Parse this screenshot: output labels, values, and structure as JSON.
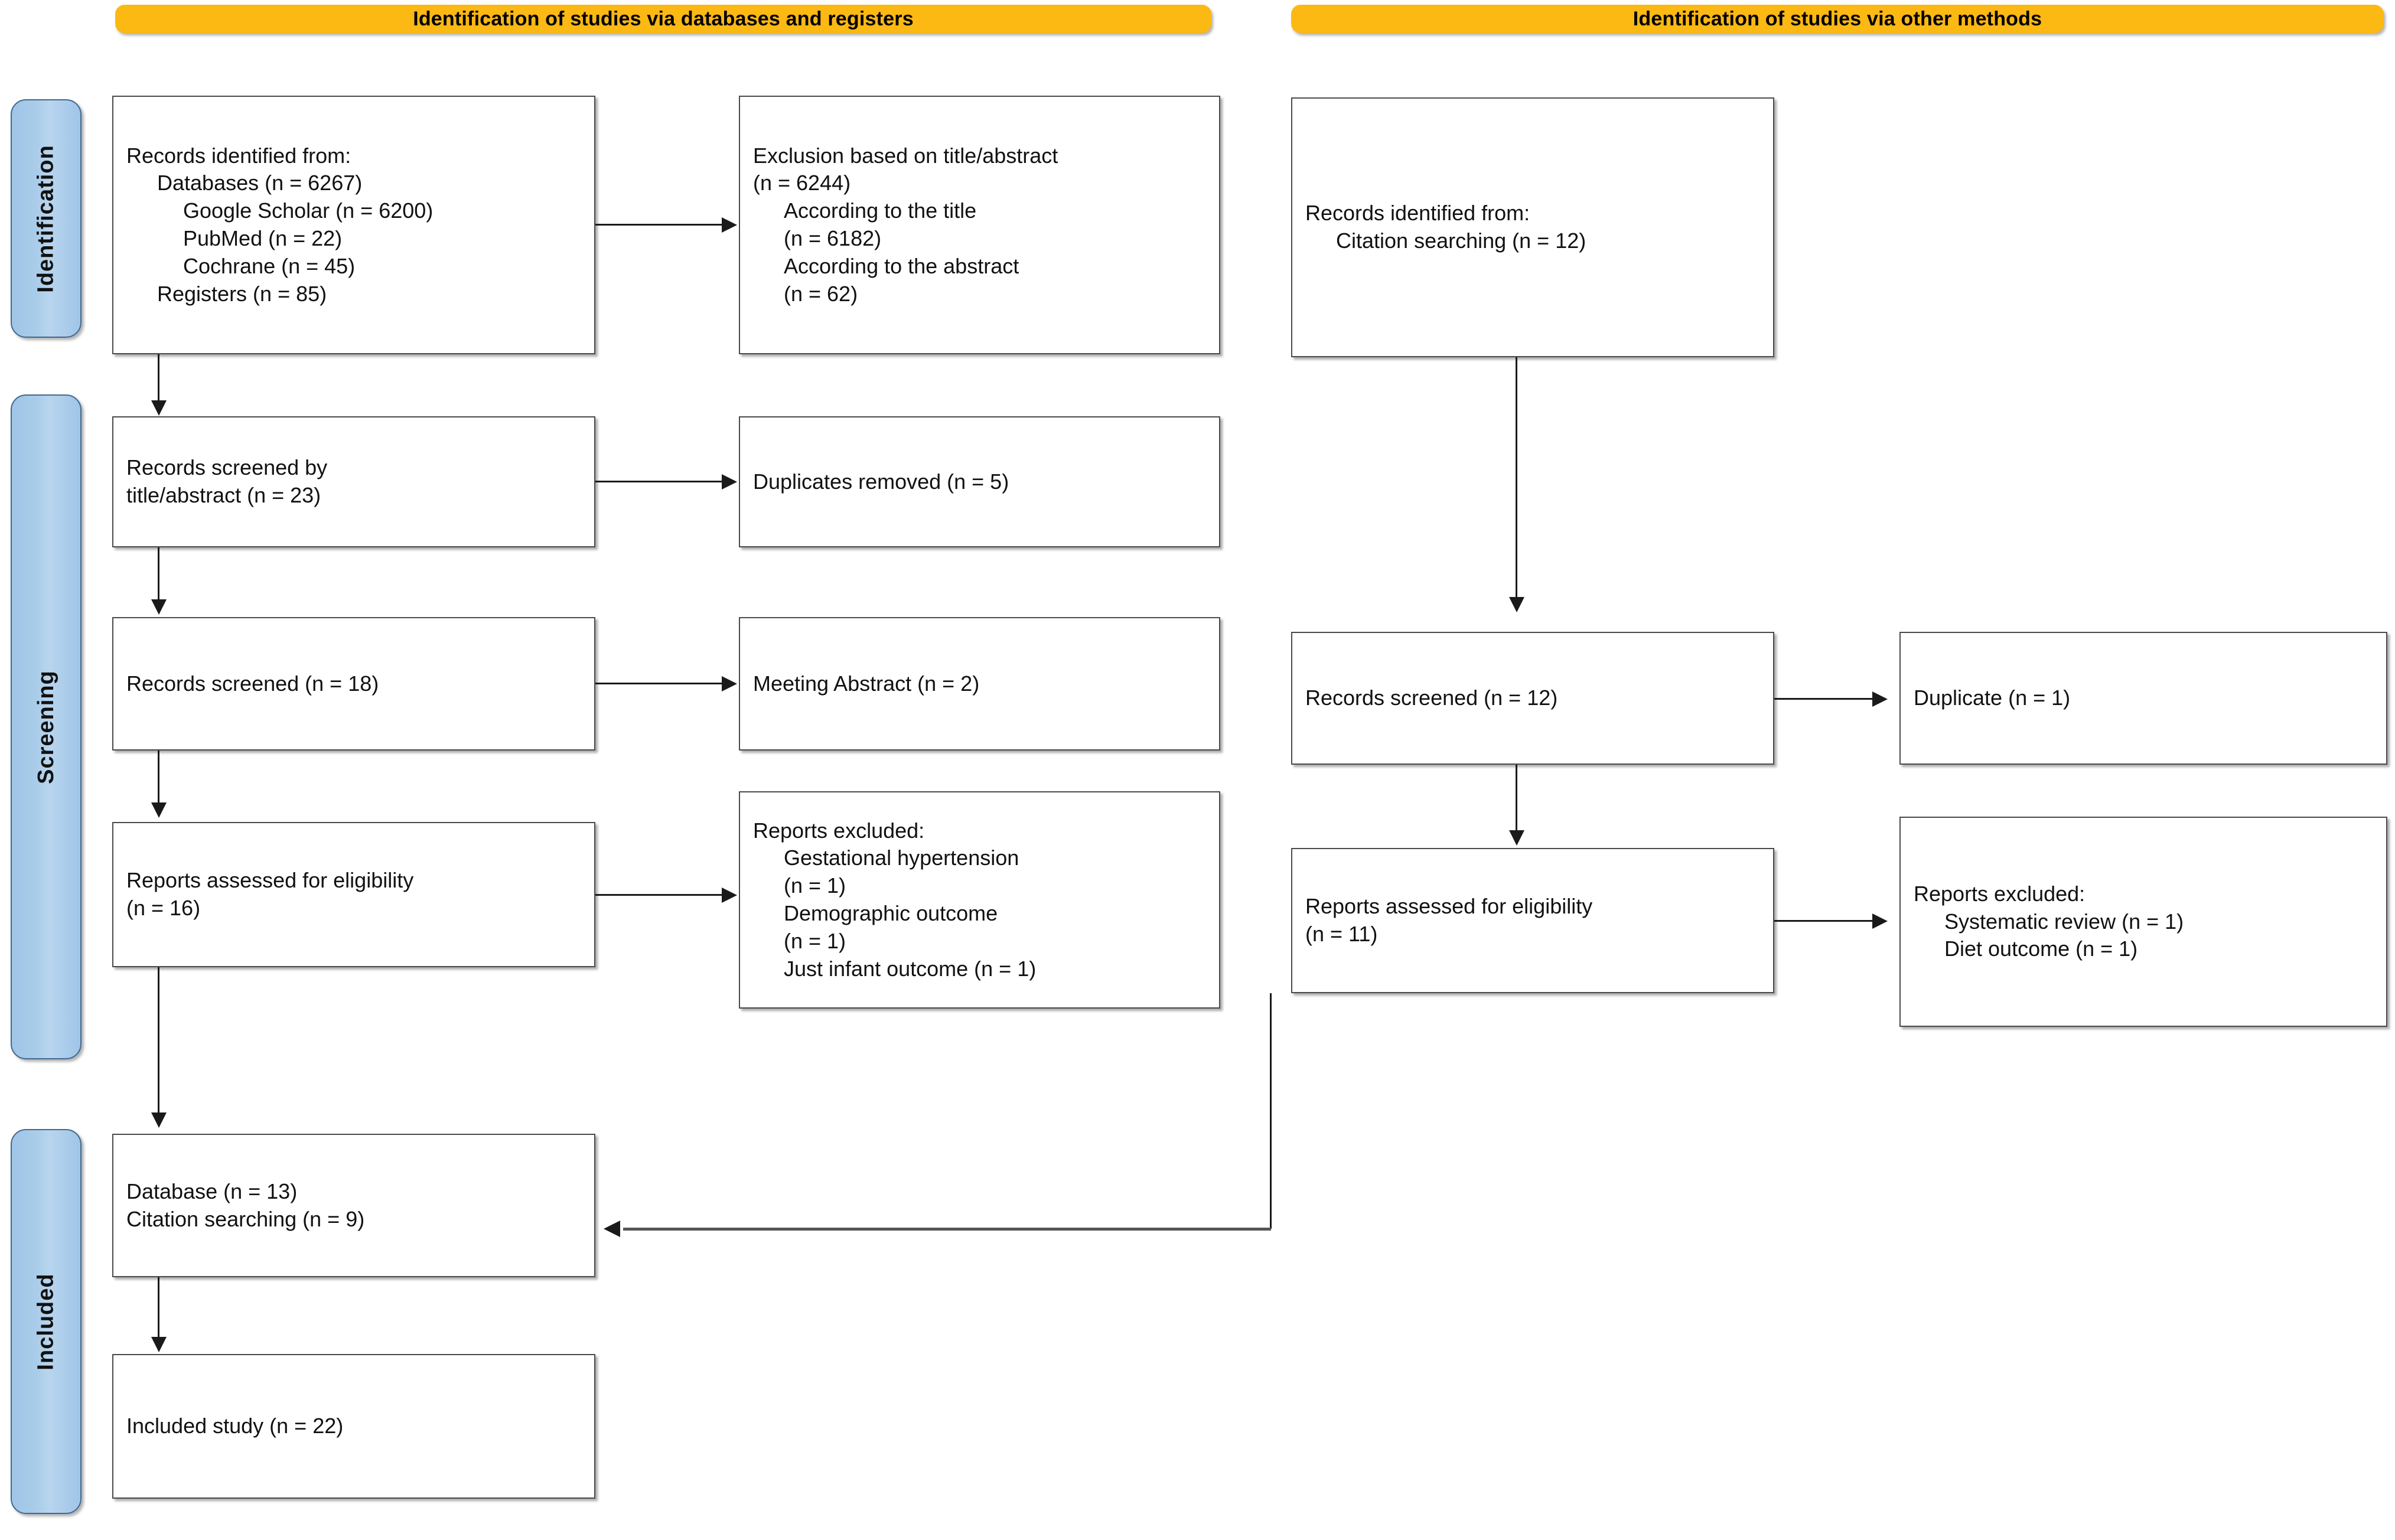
{
  "diagram": {
    "type": "prisma-flow-diagram",
    "title_bars": [
      {
        "id": "databases-registers",
        "label": "Identification of studies via databases and registers"
      },
      {
        "id": "other-methods",
        "label": "Identification of studies via other methods"
      }
    ],
    "phase_rails": [
      {
        "id": "identification",
        "label": "Identification"
      },
      {
        "id": "screening",
        "label": "Screening"
      },
      {
        "id": "included",
        "label": "Included"
      }
    ],
    "colors": {
      "header_orange": "#fcb813",
      "rail_blue": "#9fc5e8",
      "rail_border": "#41698f",
      "box_border": "#4a4a4a",
      "connector": "#1a1a1a"
    }
  },
  "left_column": {
    "records_identified": {
      "lines": [
        {
          "text": "Records identified from:",
          "indent": 0
        },
        {
          "text": "Databases (n = 6267)",
          "indent": 1
        },
        {
          "text": "Google Scholar (n = 6200)",
          "indent": 2
        },
        {
          "text": "PubMed (n = 22)",
          "indent": 2
        },
        {
          "text": "Cochrane (n = 45)",
          "indent": 2
        },
        {
          "text": "Registers (n = 85)",
          "indent": 1
        }
      ]
    },
    "exclusion_title_abstract": {
      "lines": [
        {
          "text": "Exclusion based on title/abstract",
          "indent": 0
        },
        {
          "text": "(n = 6244)",
          "indent": 0
        },
        {
          "text": "According to the title",
          "indent": 1
        },
        {
          "text": "(n = 6182)",
          "indent": 1
        },
        {
          "text": "According to the abstract",
          "indent": 1
        },
        {
          "text": "(n = 62)",
          "indent": 1
        }
      ]
    },
    "records_screened_ta": {
      "lines": [
        {
          "text": "Records screened by",
          "indent": 0
        },
        {
          "text": "title/abstract (n = 23)",
          "indent": 0
        }
      ]
    },
    "duplicates_removed": {
      "lines": [
        {
          "text": "Duplicates removed (n = 5)",
          "indent": 0
        }
      ]
    },
    "records_screened": {
      "lines": [
        {
          "text": "Records screened (n = 18)",
          "indent": 0
        }
      ]
    },
    "meeting_abstract": {
      "lines": [
        {
          "text": "Meeting Abstract (n = 2)",
          "indent": 0
        }
      ]
    },
    "reports_assessed": {
      "lines": [
        {
          "text": "Reports assessed for eligibility",
          "indent": 0
        },
        {
          "text": "(n = 16)",
          "indent": 0
        }
      ]
    },
    "reports_excluded": {
      "lines": [
        {
          "text": "Reports excluded:",
          "indent": 0
        },
        {
          "text": "Gestational hypertension",
          "indent": 1
        },
        {
          "text": "(n = 1)",
          "indent": 1
        },
        {
          "text": "Demographic outcome",
          "indent": 1
        },
        {
          "text": "(n = 1)",
          "indent": 1
        },
        {
          "text": "Just infant outcome (n = 1)",
          "indent": 1
        }
      ]
    },
    "included_sources": {
      "lines": [
        {
          "text": "Database (n = 13)",
          "indent": 0
        },
        {
          "text": "Citation searching (n = 9)",
          "indent": 0
        }
      ]
    },
    "included_study": {
      "lines": [
        {
          "text": "Included study (n = 22)",
          "indent": 0
        }
      ]
    }
  },
  "right_column": {
    "records_identified_other": {
      "lines": [
        {
          "text": "Records identified from:",
          "indent": 0
        },
        {
          "text": "Citation searching (n = 12)",
          "indent": 1
        }
      ]
    },
    "records_screened": {
      "lines": [
        {
          "text": "Records screened (n = 12)",
          "indent": 0
        }
      ]
    },
    "duplicate": {
      "lines": [
        {
          "text": "Duplicate (n = 1)",
          "indent": 0
        }
      ]
    },
    "reports_assessed": {
      "lines": [
        {
          "text": "Reports assessed for eligibility",
          "indent": 0
        },
        {
          "text": "(n = 11)",
          "indent": 0
        }
      ]
    },
    "reports_excluded": {
      "lines": [
        {
          "text": "Reports excluded:",
          "indent": 0
        },
        {
          "text": "Systematic review (n = 1)",
          "indent": 1
        },
        {
          "text": "Diet outcome (n = 1)",
          "indent": 1
        }
      ]
    }
  }
}
